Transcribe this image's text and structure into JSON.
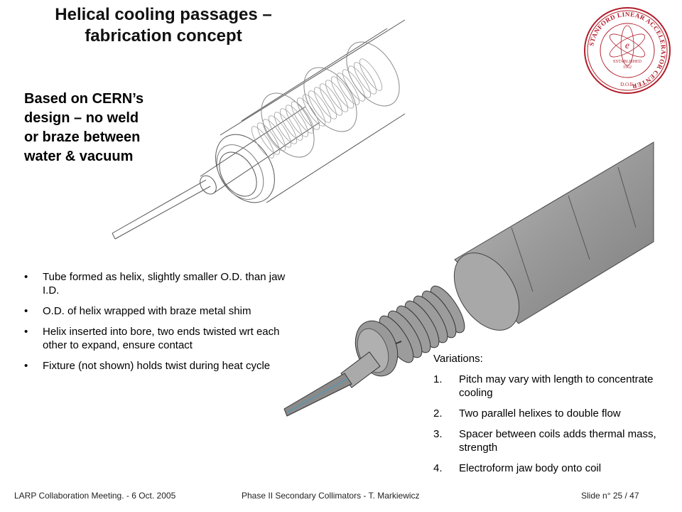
{
  "slide": {
    "title_line1": "Helical cooling passages –",
    "title_line2": "fabrication concept",
    "subtitle_lines": [
      "Based on CERN’s",
      "design – no weld",
      "or braze between",
      "water & vacuum"
    ],
    "bullets": [
      "Tube formed as helix, slightly smaller O.D. than jaw I.D.",
      "O.D. of helix wrapped with braze metal shim",
      "Helix inserted into bore, two ends twisted wrt each other to expand, ensure contact",
      "Fixture (not shown) holds twist during heat cycle"
    ],
    "variations_title": "Variations:",
    "variations": [
      {
        "num": "1.",
        "text": "Pitch may vary with length to concentrate cooling"
      },
      {
        "num": "2.",
        "text": "Two parallel helixes to double flow"
      },
      {
        "num": "3.",
        "text": "Spacer between coils adds thermal mass, strength"
      },
      {
        "num": "4.",
        "text": "Electroform jaw body onto coil"
      }
    ],
    "logo_text": {
      "ring": "STANFORD LINEAR ACCELERATOR CENTER",
      "established": "ESTABLISHED",
      "year": "1962",
      "doe": "D.O.E."
    },
    "footer": {
      "left": "LARP Collaboration Meeting.  -  6 Oct. 2005",
      "middle": "Phase II Secondary Collimators  -  T. Markiewicz",
      "right": "Slide n° 25 / 47"
    }
  }
}
